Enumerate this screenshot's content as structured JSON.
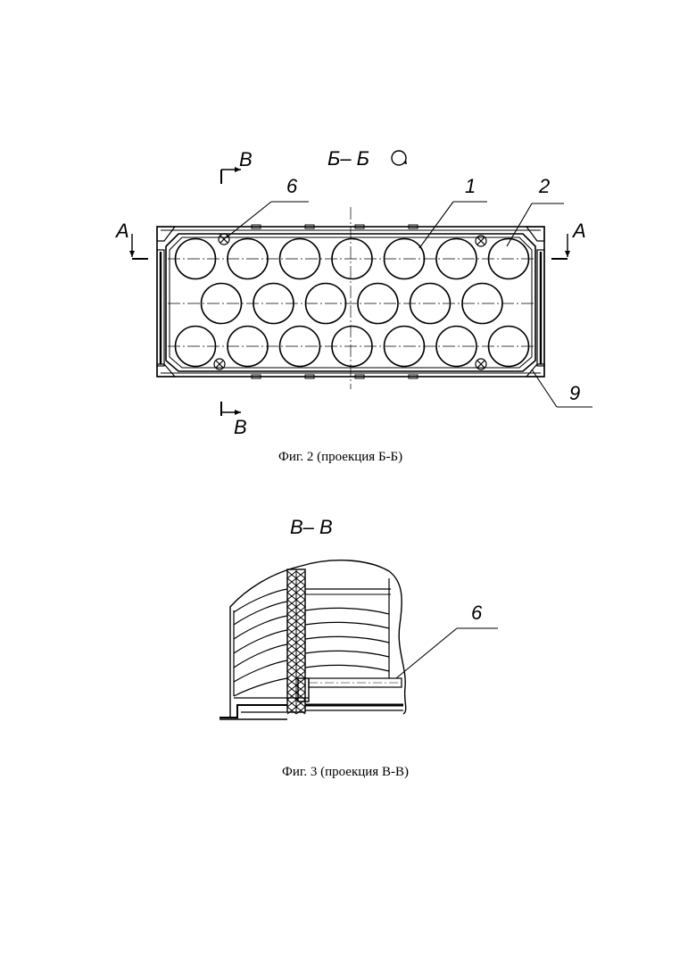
{
  "figure2": {
    "section_title": "Б– Б",
    "cut_mark_left": "A",
    "cut_mark_right": "A",
    "cut_mark_top": "B",
    "cut_mark_bottom": "B",
    "callouts": [
      "6",
      "1",
      "2",
      "9"
    ],
    "caption": "Фиг. 2 (проекция Б-Б)",
    "rows": [
      7,
      6,
      7
    ]
  },
  "figure3": {
    "section_title": "В– В",
    "callout": "6",
    "caption": "Фиг. 3 (проекция В-В)"
  }
}
